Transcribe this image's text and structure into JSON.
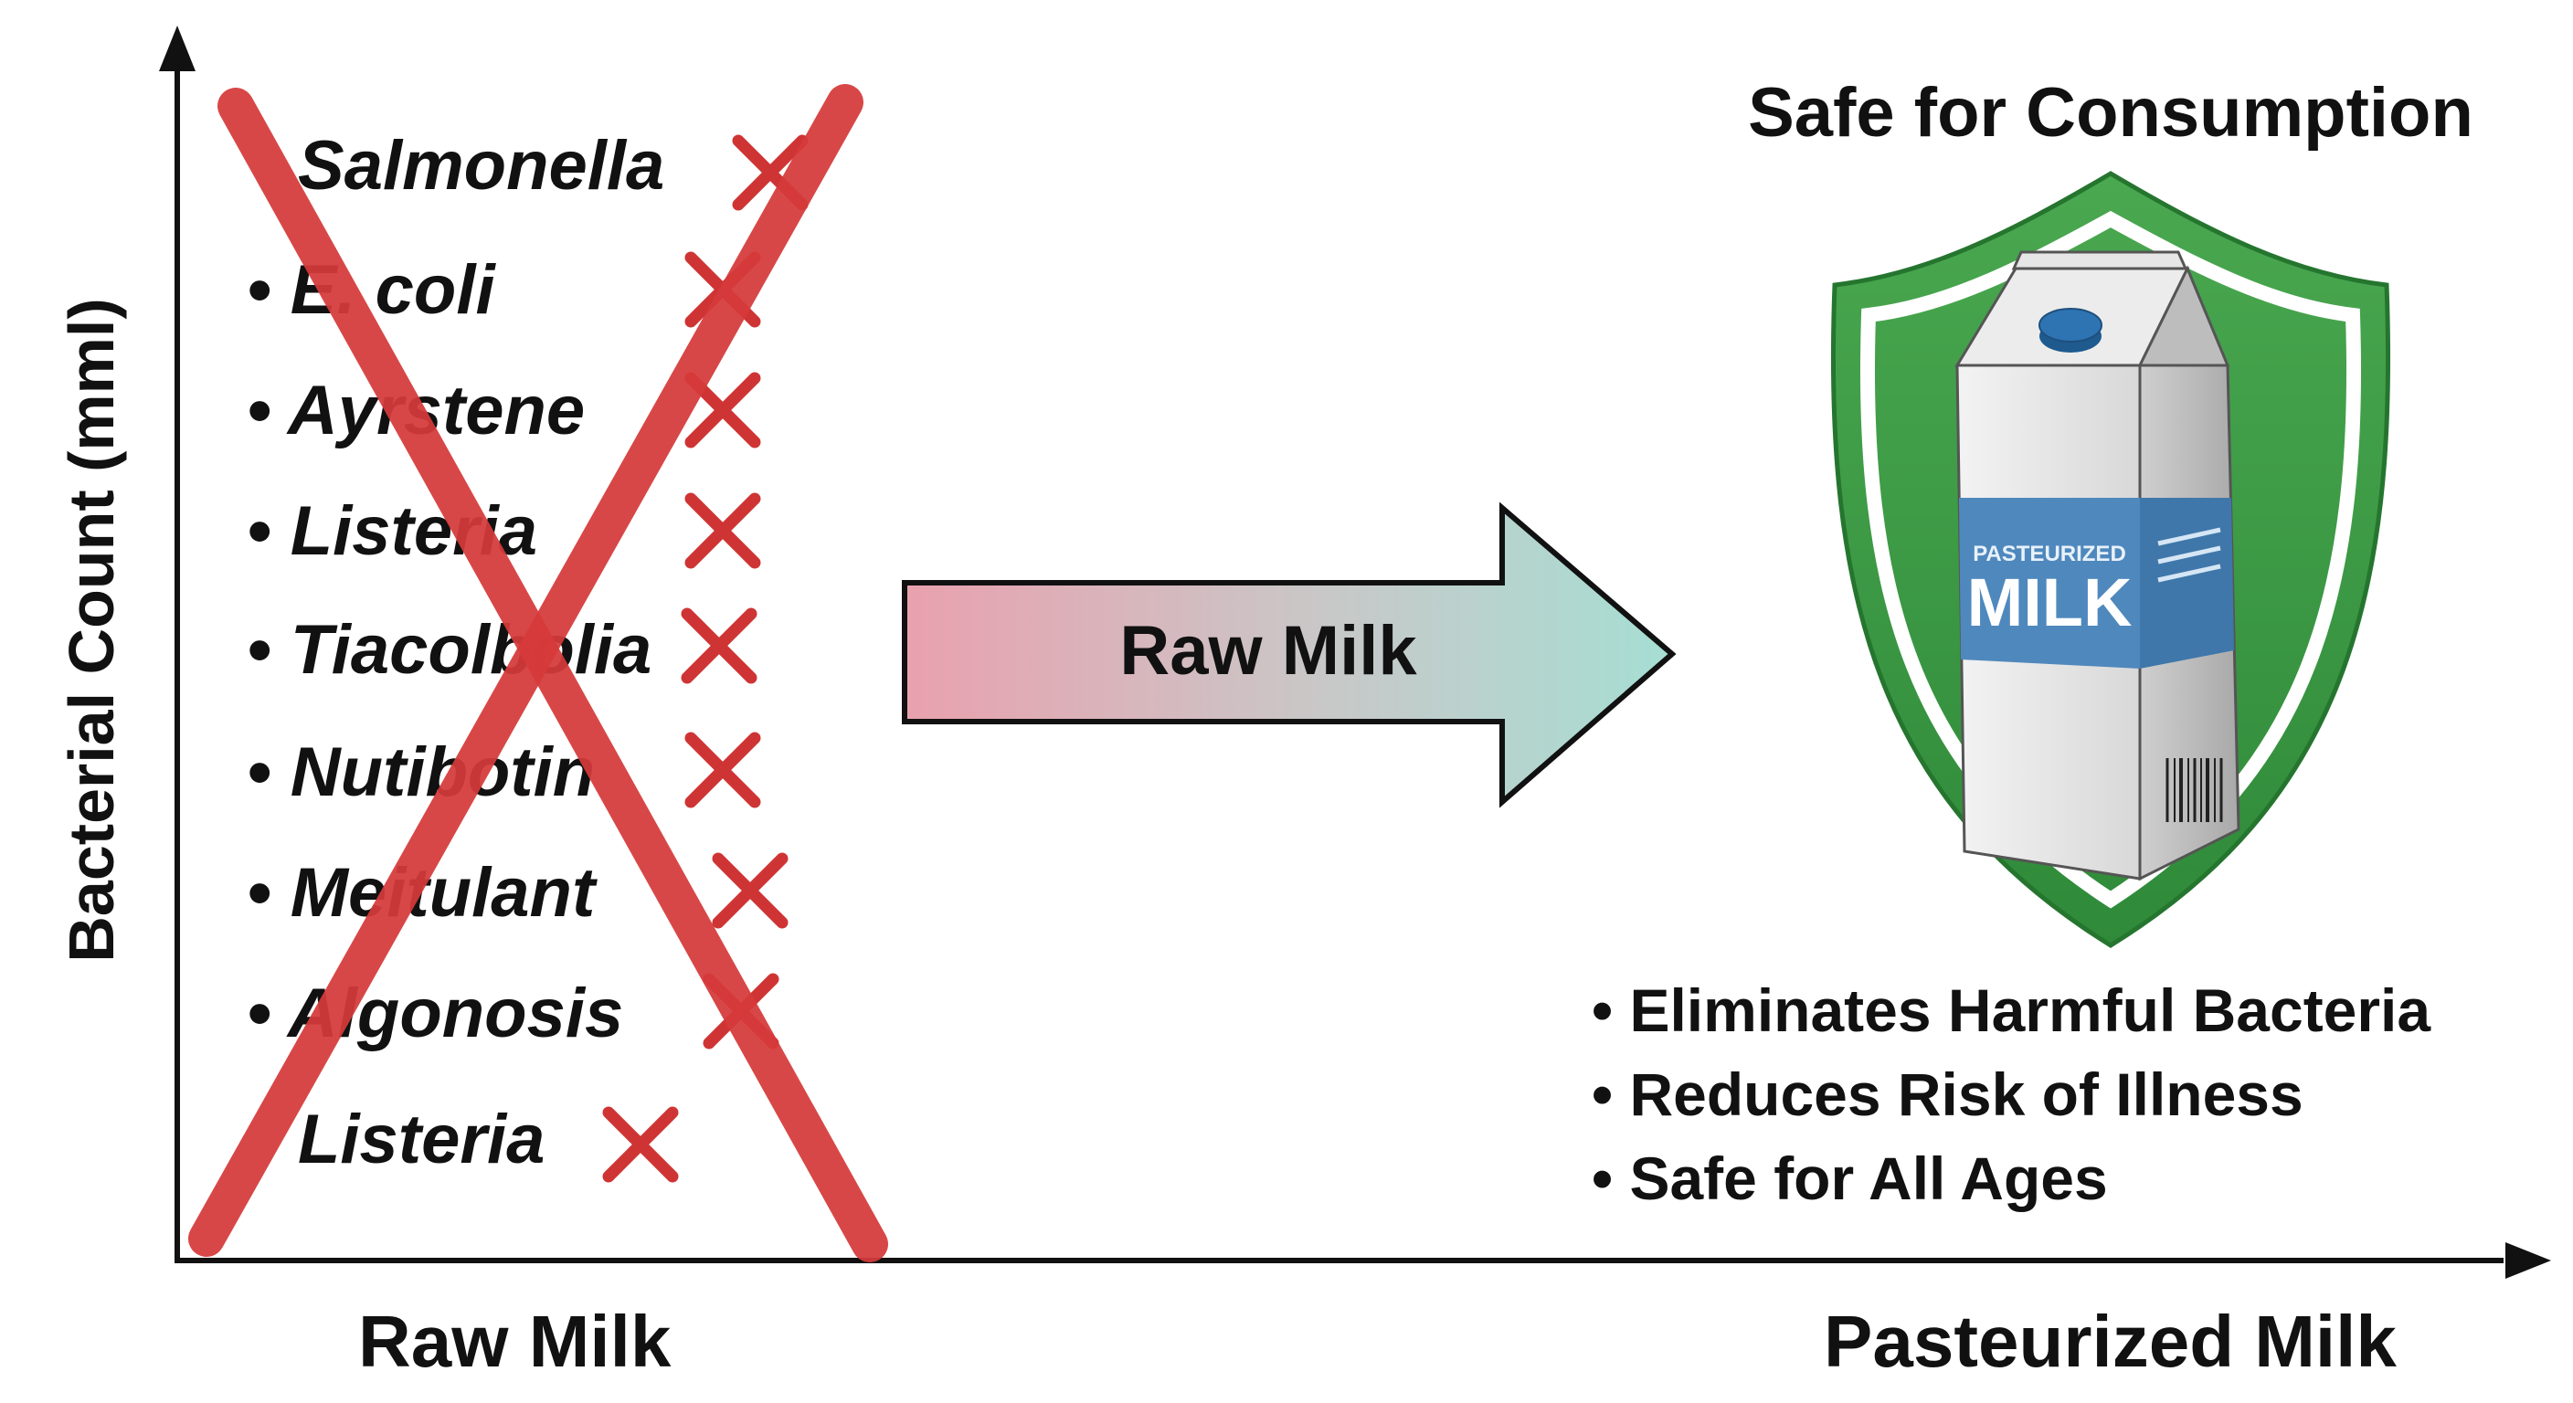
{
  "y_axis_label": "Bacterial Count (mml)",
  "x_axis_left_label": "Raw Milk",
  "x_axis_right_label": "Pasteurized Milk",
  "bacteria_list": [
    {
      "label": "Salmonella",
      "bulleted": false
    },
    {
      "label": "• E. coli",
      "bulleted": true
    },
    {
      "label": "• Ayrstene",
      "bulleted": true
    },
    {
      "label": "• Listeria",
      "bulleted": true
    },
    {
      "label": "• Tiacolbolia",
      "bulleted": true
    },
    {
      "label": "• Nutibotin",
      "bulleted": true
    },
    {
      "label": "• Meitulant",
      "bulleted": true
    },
    {
      "label": "• Algonosis",
      "bulleted": true
    },
    {
      "label": "Listeria",
      "bulleted": false
    }
  ],
  "arrow_label": "Raw Milk",
  "safe_title": "Safe for Consumption",
  "carton": {
    "label_top": "PASTEURIZED",
    "label_main": "MILK"
  },
  "benefits": [
    "• Eliminates Harmful Bacteria",
    "• Reduces Risk of Illness",
    "• Safe for All Ages"
  ],
  "colors": {
    "cross_red": "#d63a3a",
    "shield_green": "#3f9a45",
    "arrow_pink": "#e8a3b0",
    "arrow_teal": "#a9dcd2",
    "carton_blue": "#4f88bd",
    "cap_blue": "#2e6ea8"
  },
  "icons": [
    "big-x-cross-icon",
    "x-mark-icon",
    "shield-icon",
    "milk-carton-icon",
    "barcode-icon"
  ]
}
